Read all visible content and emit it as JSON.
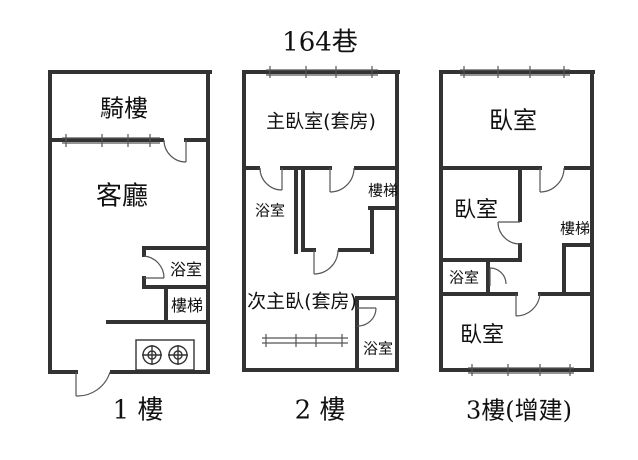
{
  "street_title": "164巷",
  "floors": [
    {
      "caption": "1 樓",
      "rooms": {
        "arcade": "騎樓",
        "living_room": "客廳",
        "bathroom": "浴室",
        "stairs": "樓梯"
      }
    },
    {
      "caption": "2 樓",
      "rooms": {
        "master_bedroom_suite": "主臥室(套房)",
        "bathroom_upper": "浴室",
        "stairs": "樓梯",
        "second_master_suite": "次主臥(套房)",
        "bathroom_lower": "浴室"
      }
    },
    {
      "caption": "3樓(增建)",
      "rooms": {
        "bedroom_top": "臥室",
        "bedroom_middle": "臥室",
        "stairs": "樓梯",
        "bathroom": "浴室",
        "bedroom_bottom": "臥室"
      }
    }
  ],
  "colors": {
    "wall": "#333333",
    "line": "#555555",
    "background": "#ffffff"
  }
}
